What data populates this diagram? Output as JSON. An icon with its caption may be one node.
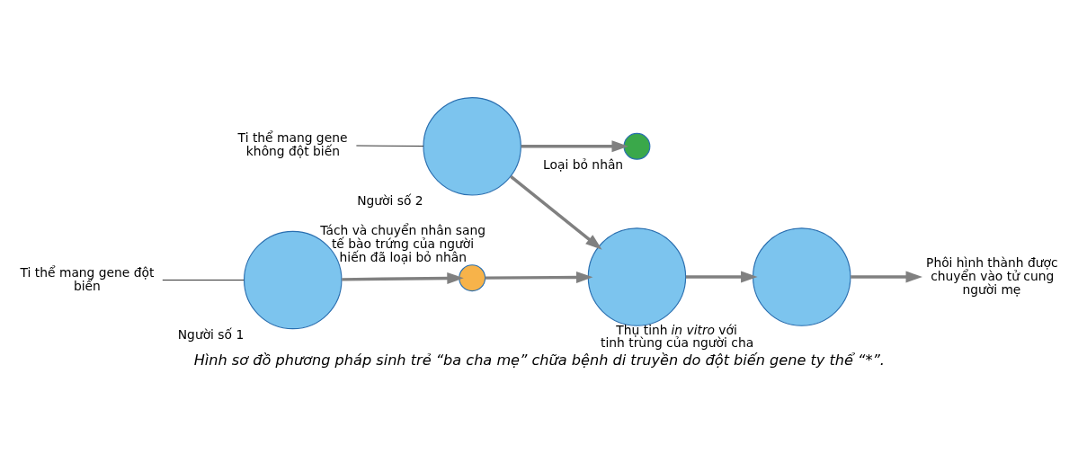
{
  "diagram": {
    "caption": "Hình sơ đồ phương pháp sinh trẻ “ba cha mẹ” chữa bệnh di truyền do đột biến gene ty thể “*”.",
    "nodes": [
      {
        "text": [],
        "shape": "circle",
        "beside": [
          "Người số 1"
        ]
      },
      {
        "text": [
          "Ti thể mang gene đột biến"
        ]
      },
      {
        "text": [],
        "shape": "circle",
        "beside": [
          "Tách và chuyển nhân sang tế bào trứng của người hiến đã loại bỏ nhân"
        ]
      },
      {
        "text": [],
        "shape": "circle",
        "beside": [
          "Người số 2"
        ]
      },
      {
        "text": [
          "Ti thể mang gene không đột biến"
        ]
      },
      {
        "text": [],
        "shape": "circle",
        "beside": [
          "Loại bỏ nhân"
        ]
      },
      {
        "text": [],
        "shape": "circle"
      },
      {
        "text": [],
        "shape": "circle",
        "beside": [
          "Thụ tinh *in vitro* với tinh trùng của người cha"
        ]
      },
      {
        "text": [
          "Phôi hình thành được chuyển vào tử cung người mẹ"
        ]
      }
    ],
    "edges": [
      {
        "from": 1,
        "to": 0,
        "arrow": "none"
      },
      {
        "from": 0,
        "to": 2,
        "arrow": "to"
      },
      {
        "from": 2,
        "to": 6,
        "arrow": "to"
      },
      {
        "from": 4,
        "to": 3,
        "arrow": "none"
      },
      {
        "from": 3,
        "to": 6,
        "arrow": "to"
      },
      {
        "from": 3,
        "to": 5,
        "arrow": "to"
      },
      {
        "from": 6,
        "to": 7,
        "arrow": "to"
      },
      {
        "from": 7,
        "to": 8,
        "arrow": "to"
      }
    ]
  }
}
